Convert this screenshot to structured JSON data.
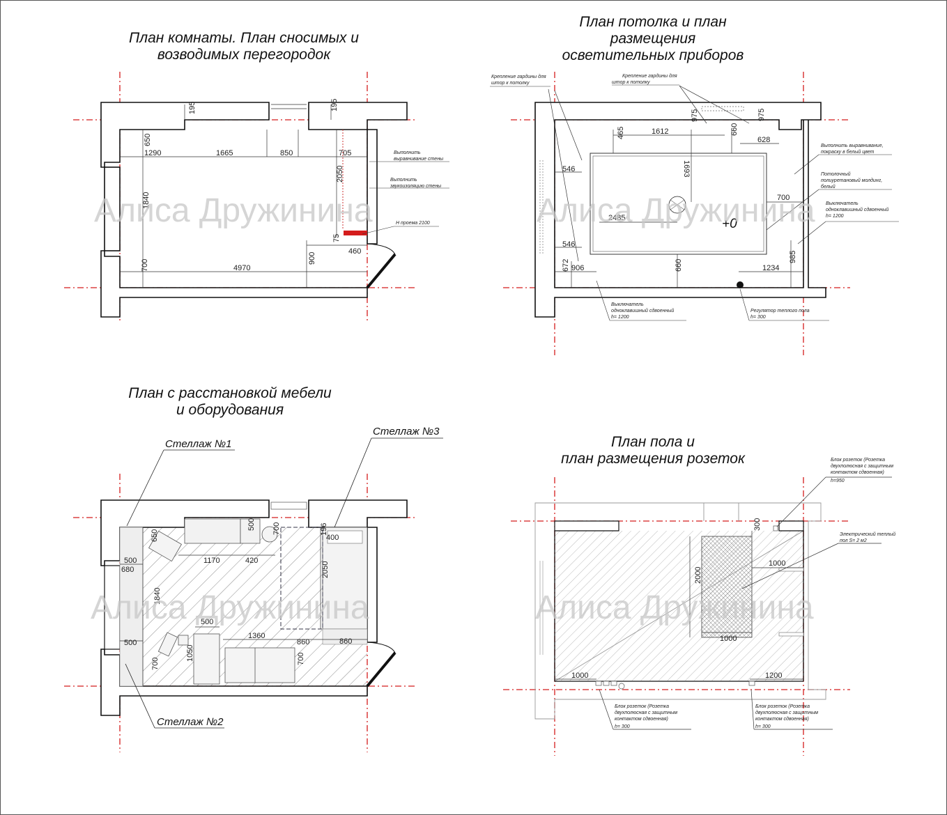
{
  "titles": {
    "plan1": [
      "План комнаты. План сносимых и",
      "возводимых перегородок"
    ],
    "plan2": [
      "План потолка и план",
      "размещения",
      "осветительных приборов"
    ],
    "plan3": [
      "План с расстановкой мебели",
      "и оборудования"
    ],
    "plan4": [
      "План пола и",
      "план размещения розеток"
    ]
  },
  "watermark": "Алиса Дружинина",
  "plan1": {
    "dims": [
      "195",
      "195",
      "650",
      "1290",
      "1665",
      "850",
      "705",
      "2050",
      "1840",
      "75",
      "460",
      "700",
      "4970",
      "900"
    ],
    "notes": [
      "Выполнить",
      "выравнивание стены",
      "Выполнить",
      "звукоизоляцию стены",
      "H проема 2100"
    ]
  },
  "plan2": {
    "dims": [
      "975",
      "975",
      "1612",
      "465",
      "660",
      "628",
      "1693",
      "546",
      "2485",
      "700",
      "546",
      "906",
      "672",
      "660",
      "1234",
      "985"
    ],
    "level": "+0",
    "notes": {
      "curtain1": [
        "Крепление гардины для",
        "штор к потолку"
      ],
      "curtain2": [
        "Крепление гардины для",
        "штор к потолку"
      ],
      "wall": [
        "Выполнить выравнивание,",
        "покраску в белый цвет"
      ],
      "molding": [
        "Потолочный",
        "полиуретановый молдинг,",
        "белый"
      ],
      "switch_r": [
        "Выключатель",
        "одноклавишный сдвоенный",
        "h= 1200"
      ],
      "switch_b": [
        "Выключатель",
        "одноклавишный сдвоенный",
        "h= 1200"
      ],
      "regulator": [
        "Регулятор теплого пола",
        "h= 300"
      ]
    }
  },
  "plan3": {
    "dims": [
      "650",
      "500",
      "700",
      "196",
      "400",
      "1170",
      "420",
      "500",
      "680",
      "2050",
      "1840",
      "500",
      "1360",
      "860",
      "860",
      "500",
      "1050",
      "700",
      "700"
    ],
    "labels": [
      "Стеллаж №1",
      "Стеллаж №2",
      "Стеллаж №3"
    ]
  },
  "plan4": {
    "dims": [
      "300",
      "1000",
      "2000",
      "1000",
      "1000",
      "1200"
    ],
    "notes": {
      "socket_top": [
        "Блок розеток (Розетка",
        "двухполюсная с защитным",
        "контактом сдвоенная)",
        "h=950"
      ],
      "heated_floor": [
        "Электрический теплый",
        "пол   S=  2  м2"
      ],
      "socket_bl": [
        "Блок розеток (Розетка",
        "двухполюсная с защитным",
        "контактом сдвоенная)",
        "h= 300"
      ],
      "socket_br": [
        "Блок розеток (Розетка",
        "двухполюсная с защитным",
        "контактом сдвоенная)",
        "h= 300"
      ]
    }
  },
  "colors": {
    "axis": "#d41c1c",
    "wall": "#111111",
    "hatch": "#9a9a9a"
  }
}
